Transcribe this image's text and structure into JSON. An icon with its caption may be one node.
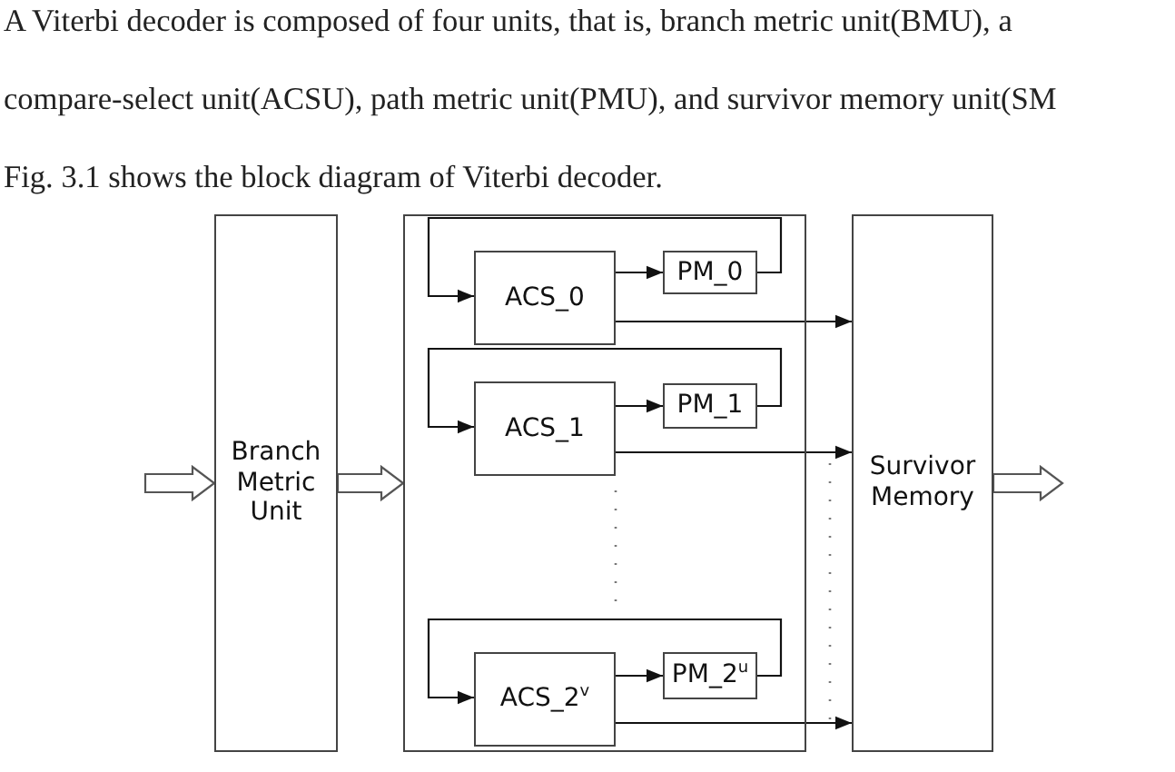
{
  "diagram": {
    "nodes": [
      {
        "text": [
          "Branch Metric Unit"
        ]
      },
      {
        "text": [],
        "shape": "box"
      },
      {
        "text": [
          "ACS_0"
        ],
        "in": 1
      },
      {
        "text": [
          "PM_0"
        ],
        "in": 1
      },
      {
        "text": [
          "ACS_1"
        ],
        "in": 1
      },
      {
        "text": [
          "PM_1"
        ],
        "in": 1
      },
      {
        "text": [
          "ACS_2$^{v}$"
        ],
        "in": 1
      },
      {
        "text": [
          "PM_2$^{u}$"
        ],
        "in": 1
      },
      {
        "text": [
          "Survivor Memory"
        ]
      }
    ],
    "edges": [
      {
        "from": null,
        "to": 0,
        "arrow": "to",
        "style": "thick"
      },
      {
        "from": 0,
        "to": 1,
        "arrow": "to",
        "style": "thick"
      },
      {
        "from": 2,
        "to": 3,
        "arrow": "to"
      },
      {
        "from": 3,
        "to": 2,
        "arrow": "to"
      },
      {
        "from": 2,
        "to": 8,
        "arrow": "to"
      },
      {
        "from": 4,
        "to": 5,
        "arrow": "to"
      },
      {
        "from": 5,
        "to": 4,
        "arrow": "to"
      },
      {
        "from": 4,
        "to": 8,
        "arrow": "to"
      },
      {
        "from": 6,
        "to": 7,
        "arrow": "to"
      },
      {
        "from": 7,
        "to": 6,
        "arrow": "to"
      },
      {
        "from": 6,
        "to": 8,
        "arrow": "to"
      },
      {
        "from": 8,
        "to": null,
        "arrow": "to",
        "style": "thick"
      }
    ],
    "labels": [
      "A Viterbi decoder is composed of four units, that is, branch metric unit(BMU), a",
      "compare-select unit(ACSU), path metric unit(PMU), and survivor memory unit(SM",
      "Fig. 3.1 shows the block diagram of Viterbi decoder."
    ]
  }
}
